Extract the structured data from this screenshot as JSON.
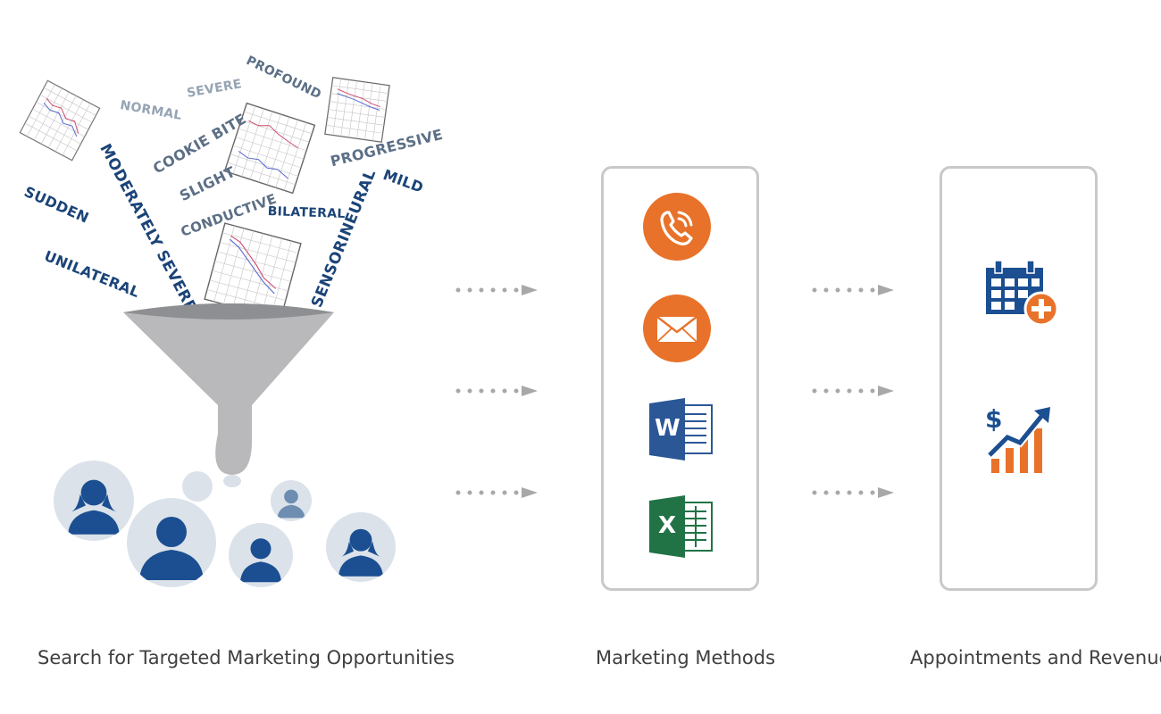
{
  "terms": {
    "normal": "NORMAL",
    "severe": "SEVERE",
    "profound": "PROFOUND",
    "cookie_bite": "COOKIE BITE",
    "moderately_severe": "MODERATELY SEVERE",
    "progressive": "PROGRESSIVE",
    "sudden": "SUDDEN",
    "slight": "SLIGHT",
    "mild": "MILD",
    "conductive": "CONDUCTIVE",
    "bilateral": "BILATERAL",
    "unilateral": "UNILATERAL",
    "sensorineural": "SENSORINEURAL"
  },
  "columns": {
    "search": {
      "caption": "Search for Targeted Marketing Opportunities"
    },
    "methods": {
      "caption": "Marketing Methods",
      "items": [
        {
          "icon": "phone-icon",
          "color": "#e8722a"
        },
        {
          "icon": "email-icon",
          "color": "#e8722a"
        },
        {
          "icon": "word-icon",
          "letter": "W",
          "color": "#2b5797"
        },
        {
          "icon": "excel-icon",
          "letter": "X",
          "color": "#217346"
        }
      ]
    },
    "results": {
      "caption": "Appointments and Revenue",
      "items": [
        {
          "icon": "calendar-plus-icon",
          "color": "#1b4f91",
          "accent": "#e8722a"
        },
        {
          "icon": "revenue-chart-icon",
          "symbol": "$",
          "color": "#1b4f91",
          "accent": "#e8722a"
        }
      ]
    }
  },
  "colors": {
    "dark_blue": "#1b4478",
    "orange": "#e8722a",
    "funnel_gray": "#b9b9bb",
    "arrow_gray": "#a8a8a8",
    "panel_border": "#c9c9c9"
  }
}
